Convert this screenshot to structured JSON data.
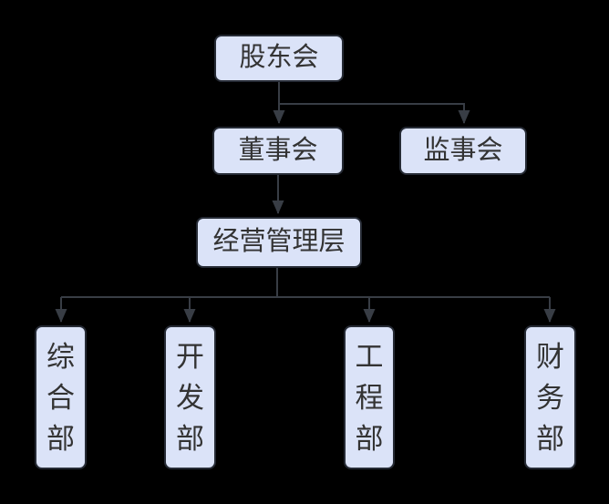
{
  "diagram": {
    "background_color": "#000000",
    "node_fill_color": "#dbe3f8",
    "node_border_color": "#262b35",
    "connector_color": "#383d45",
    "text_color": "#333333",
    "nodes": [
      {
        "id": "shareholders-meeting",
        "label": "股东会"
      },
      {
        "id": "board-of-directors",
        "label": "董事会"
      },
      {
        "id": "supervisory-board",
        "label": "监事会"
      },
      {
        "id": "management-level",
        "label": "经营管理层"
      },
      {
        "id": "general-affairs-dept",
        "label": "综合部"
      },
      {
        "id": "development-dept",
        "label": "开发部"
      },
      {
        "id": "engineering-dept",
        "label": "工程部"
      },
      {
        "id": "finance-dept",
        "label": "财务部"
      }
    ],
    "edges": [
      {
        "from": "股东会",
        "to": "董事会"
      },
      {
        "from": "股东会",
        "to": "监事会"
      },
      {
        "from": "董事会",
        "to": "经营管理层"
      },
      {
        "from": "经营管理层",
        "to": "综合部"
      },
      {
        "from": "经营管理层",
        "to": "开发部"
      },
      {
        "from": "经营管理层",
        "to": "工程部"
      },
      {
        "from": "经营管理层",
        "to": "财务部"
      }
    ]
  }
}
